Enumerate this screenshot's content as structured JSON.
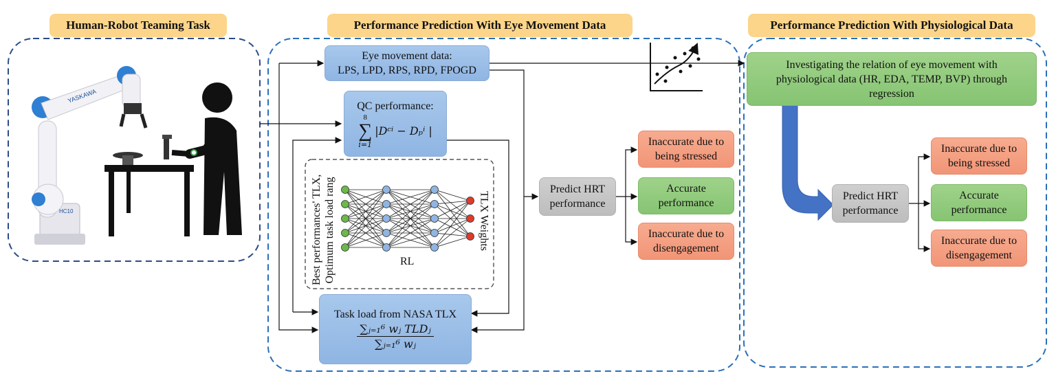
{
  "titles": {
    "task": "Human-Robot Teaming Task",
    "eye": "Performance Prediction With Eye Movement Data",
    "physio": "Performance Prediction With Physiological Data"
  },
  "eye_panel": {
    "eye_data_line1": "Eye movement data:",
    "eye_data_line2": "LPS, LPD, RPS, RPD, FPOGD",
    "qc_title": "QC performance:",
    "qc_formula": "∑ᵢ₌₁⁸ |Dᶜⁱ − Dₚⁱ |",
    "qc_sum_top": "8",
    "qc_sum_bottom": "i=1",
    "qc_body": "|Dᶜⁱ − Dₚⁱ |",
    "nn_left_label_1": "Best performances' TLX,",
    "nn_left_label_2": "Optimum task load rang",
    "nn_right_label": "TLX Weights",
    "nn_bottom_label": "RL",
    "tlx_title": "Task load from NASA TLX",
    "tlx_numerator": "∑ⱼ₌₁⁶ wⱼ TLDⱼ",
    "tlx_denominator": "∑ⱼ₌₁⁶ wⱼ",
    "predict_line1": "Predict HRT",
    "predict_line2": "performance",
    "out1_line1": "Inaccurate due to",
    "out1_line2": "being stressed",
    "out2_line1": "Accurate",
    "out2_line2": "performance",
    "out3_line1": "Inaccurate due to",
    "out3_line2": "disengagement"
  },
  "physio_panel": {
    "investigate_line1": "Investigating the relation of eye movement with",
    "investigate_line2": "physiological data (HR, EDA, TEMP, BVP) through",
    "investigate_line3": "regression",
    "predict_line1": "Predict HRT",
    "predict_line2": "performance",
    "out1_line1": "Inaccurate due to",
    "out1_line2": "being stressed",
    "out2_line1": "Accurate",
    "out2_line2": "performance",
    "out3_line1": "Inaccurate due to",
    "out3_line2": "disengagement"
  },
  "robot": {
    "brand": "YASKAWA",
    "model": "HC10"
  },
  "colors": {
    "panel_border": "#2a6fb8",
    "task_border": "#2b4a86",
    "title_bg": "#fcd58a",
    "blue_box": "#9dbfe8",
    "green_box": "#8cc878",
    "red_box": "#f4a085",
    "grey_box": "#c4c4c4",
    "arrow_big": "#4472c4"
  }
}
